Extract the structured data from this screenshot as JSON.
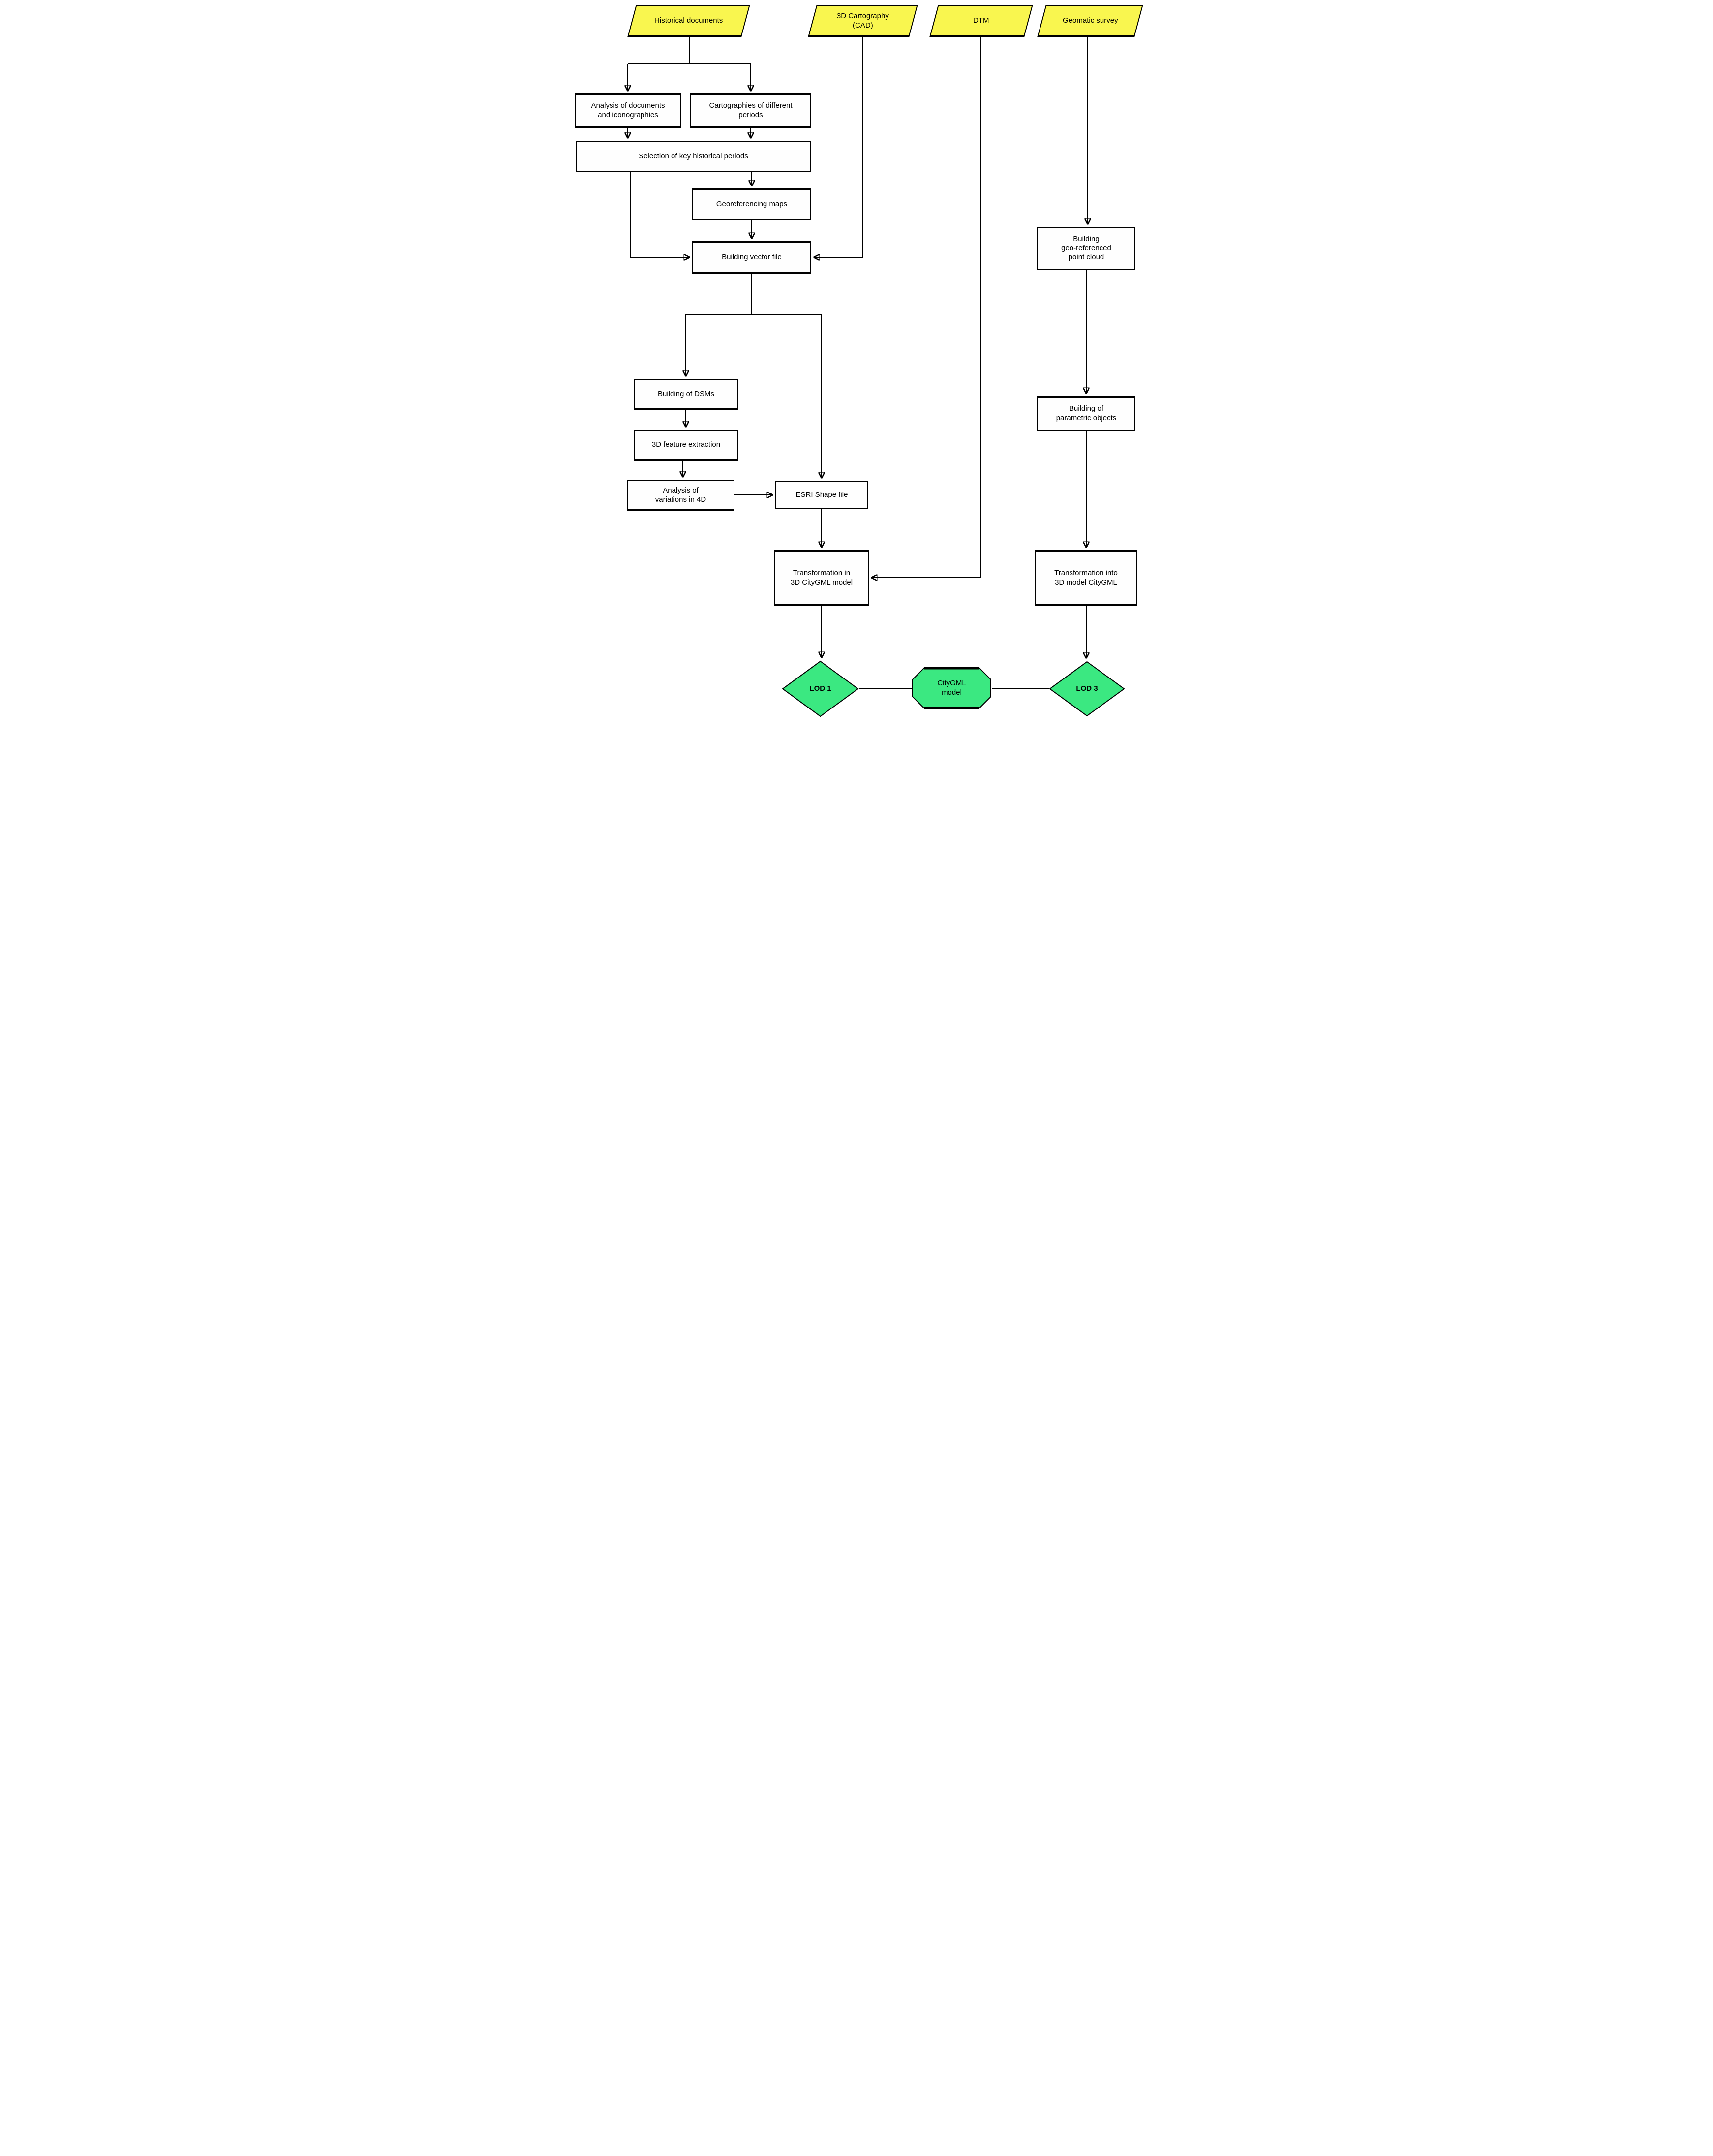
{
  "diagram": {
    "type": "flowchart",
    "colors": {
      "input_fill": "#F9F64F",
      "process_fill": "#FEFEFE",
      "output_fill": "#3BE881",
      "stroke": "#000000"
    },
    "nodes": {
      "historical_documents": {
        "label": "Historical documents",
        "shape": "parallelogram"
      },
      "cartography_3d": {
        "label": "3D Cartography\n(CAD)",
        "shape": "parallelogram"
      },
      "dtm": {
        "label": "DTM",
        "shape": "parallelogram"
      },
      "geomatic_survey": {
        "label": "Geomatic survey",
        "shape": "parallelogram"
      },
      "analysis_documents": {
        "label": "Analysis of documents\nand iconographies",
        "shape": "rect"
      },
      "cartographies_periods": {
        "label": "Cartographies of different\nperiods",
        "shape": "rect"
      },
      "selection_periods": {
        "label": "Selection of key historical periods",
        "shape": "rect"
      },
      "georeferencing_maps": {
        "label": "Georeferencing maps",
        "shape": "rect"
      },
      "building_vector_file": {
        "label": "Building vector file",
        "shape": "rect"
      },
      "building_dsms": {
        "label": "Building of DSMs",
        "shape": "rect"
      },
      "feature_extraction_3d": {
        "label": "3D feature extraction",
        "shape": "rect"
      },
      "analysis_variations_4d": {
        "label": "Analysis of\nvariations in 4D",
        "shape": "rect"
      },
      "esri_shape_file": {
        "label": "ESRI Shape file",
        "shape": "rect"
      },
      "transformation_in_citygml": {
        "label": "Transformation in\n3D CityGML model",
        "shape": "rect"
      },
      "building_point_cloud": {
        "label": "Building\ngeo-referenced\npoint cloud",
        "shape": "rect"
      },
      "building_parametric": {
        "label": "Building of\nparametric objects",
        "shape": "rect"
      },
      "transformation_into_citygml": {
        "label": "Transformation into\n3D model CityGML",
        "shape": "rect"
      },
      "lod1": {
        "label": "LOD 1",
        "shape": "diamond"
      },
      "citygml_model": {
        "label": "CityGML\nmodel",
        "shape": "octagon"
      },
      "lod3": {
        "label": "LOD 3",
        "shape": "diamond"
      }
    },
    "edges": [
      {
        "from": "historical_documents",
        "to": "analysis_documents",
        "arrow": true
      },
      {
        "from": "historical_documents",
        "to": "cartographies_periods",
        "arrow": true
      },
      {
        "from": "analysis_documents",
        "to": "selection_periods",
        "arrow": true
      },
      {
        "from": "cartographies_periods",
        "to": "selection_periods",
        "arrow": true
      },
      {
        "from": "selection_periods",
        "to": "georeferencing_maps",
        "arrow": true
      },
      {
        "from": "selection_periods",
        "to": "building_vector_file",
        "arrow": true
      },
      {
        "from": "georeferencing_maps",
        "to": "building_vector_file",
        "arrow": true
      },
      {
        "from": "cartography_3d",
        "to": "building_vector_file",
        "arrow": true
      },
      {
        "from": "building_vector_file",
        "to": "building_dsms",
        "arrow": true
      },
      {
        "from": "building_vector_file",
        "to": "esri_shape_file",
        "arrow": true
      },
      {
        "from": "building_dsms",
        "to": "feature_extraction_3d",
        "arrow": true
      },
      {
        "from": "feature_extraction_3d",
        "to": "analysis_variations_4d",
        "arrow": true
      },
      {
        "from": "analysis_variations_4d",
        "to": "esri_shape_file",
        "arrow": true
      },
      {
        "from": "esri_shape_file",
        "to": "transformation_in_citygml",
        "arrow": true
      },
      {
        "from": "dtm",
        "to": "transformation_in_citygml",
        "arrow": true
      },
      {
        "from": "transformation_in_citygml",
        "to": "lod1",
        "arrow": true
      },
      {
        "from": "geomatic_survey",
        "to": "building_point_cloud",
        "arrow": true
      },
      {
        "from": "building_point_cloud",
        "to": "building_parametric",
        "arrow": true
      },
      {
        "from": "building_parametric",
        "to": "transformation_into_citygml",
        "arrow": true
      },
      {
        "from": "transformation_into_citygml",
        "to": "lod3",
        "arrow": true
      },
      {
        "from": "lod1",
        "to": "citygml_model",
        "arrow": false
      },
      {
        "from": "citygml_model",
        "to": "lod3",
        "arrow": false
      }
    ]
  }
}
